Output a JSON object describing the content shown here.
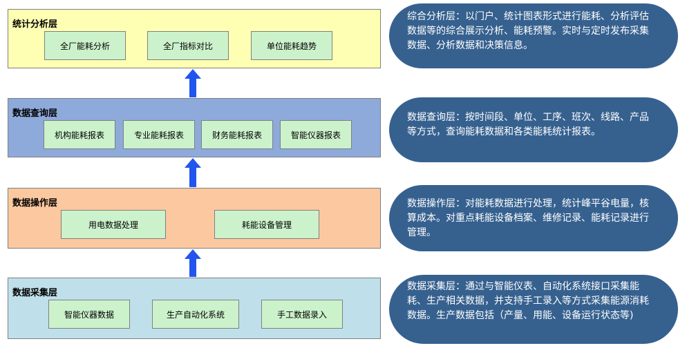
{
  "layers": [
    {
      "title": "统计分析层",
      "items": [
        "全厂能耗分析",
        "全厂指标对比",
        "单位能耗趋势"
      ],
      "description": "综合分析层：以门户、统计图表形式进行能耗、分析评估数据等的综合展示分析、能耗预警。实时与定时发布采集数据、分析数据和决策信息。"
    },
    {
      "title": "数据查询层",
      "items": [
        "机构能耗报表",
        "专业能耗报表",
        "财务能耗报表",
        "智能仪器报表"
      ],
      "description": "数据查询层：按时间段、单位、工序、班次、线路、产品等方式，查询能耗数据和各类能耗统计报表。"
    },
    {
      "title": "数据操作层",
      "items": [
        "用电数据处理",
        "耗能设备管理"
      ],
      "description": "数据操作层：对能耗数据进行处理，统计峰平谷电量，核算成本。对重点耗能设备档案、维修记录、能耗记录进行管理。"
    },
    {
      "title": "数据采集层",
      "items": [
        "智能仪器数据",
        "生产自动化系统",
        "手工数据录入"
      ],
      "description": "数据采集层：通过与智能仪表、自动化系统接口采集能耗、生产相关数据，并支持手工录入等方式采集能源消耗数据。生产数据包括（产量、用能、设备运行状态等)"
    }
  ],
  "colors": {
    "layer_fills": [
      "#ffffb3",
      "#8eaadb",
      "#fbc8a0",
      "#bfe0ea"
    ],
    "box_fill": "#ccf2cc",
    "arrow": "#2255ee",
    "desc_fill": "#36618f"
  }
}
